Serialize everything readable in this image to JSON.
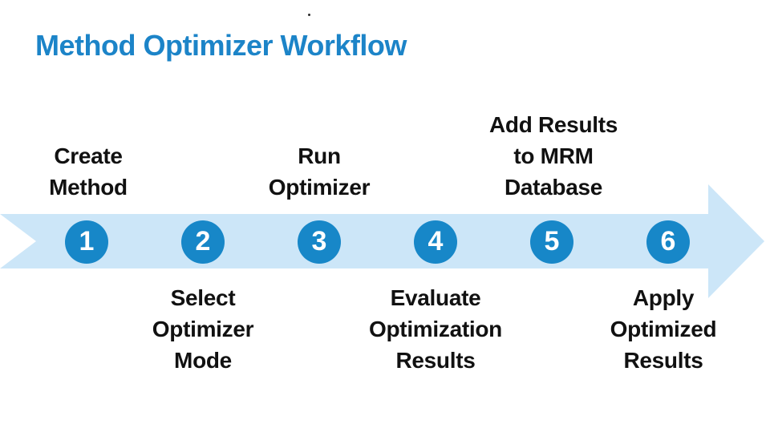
{
  "title": "Method Optimizer Workflow",
  "colors": {
    "title_text": "#1c84c8",
    "arrow_band": "#cce6f8",
    "step_circle": "#1787c8",
    "step_number": "#ffffff",
    "label_text": "#111111",
    "background": "#ffffff"
  },
  "steps": [
    {
      "number": "1",
      "label": "Create\nMethod",
      "label_position": "above"
    },
    {
      "number": "2",
      "label": "Select\nOptimizer\nMode",
      "label_position": "below"
    },
    {
      "number": "3",
      "label": "Run\nOptimizer",
      "label_position": "above"
    },
    {
      "number": "4",
      "label": "Evaluate\nOptimization\nResults",
      "label_position": "below"
    },
    {
      "number": "5",
      "label": "Add Results\nto MRM\nDatabase",
      "label_position": "above"
    },
    {
      "number": "6",
      "label": "Apply\nOptimized\nResults",
      "label_position": "below"
    }
  ]
}
